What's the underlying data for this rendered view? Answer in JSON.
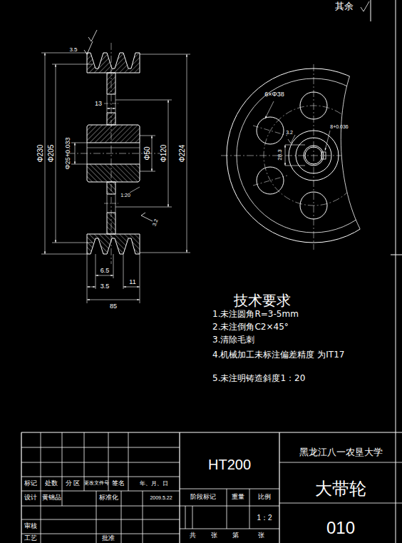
{
  "diagram": {
    "labels": [
      "其余",
      "3.5",
      "Φ230",
      "Φ205",
      "Φ25+0.033",
      "13",
      "Φ50",
      "Φ120",
      "Φ224",
      "1:20",
      "6.5",
      "3.5",
      "11",
      "85",
      "3.2",
      "6×Φ38",
      "3.2",
      "28.3",
      "8+0.036",
      "技术要求",
      "1.未注圆角R=3-5mm",
      "2.未注倒角C2×45°",
      "3.清除毛刺",
      "4.机械加工未标注偏差精度 为IT17",
      "5.未注明铸造斜度1：20",
      "HT200",
      "黑龙江八一农垦大学",
      "大带轮",
      "010",
      "标记",
      "处数",
      "分 区",
      "更改文件号",
      "签名",
      "年、月、日",
      "设计",
      "黄锦品",
      "标准化",
      "2009.5.22",
      "审核",
      "工艺",
      "批准",
      "阶段标记",
      "重量",
      "比例",
      "1：2",
      "共",
      "张",
      "第",
      "张"
    ]
  }
}
